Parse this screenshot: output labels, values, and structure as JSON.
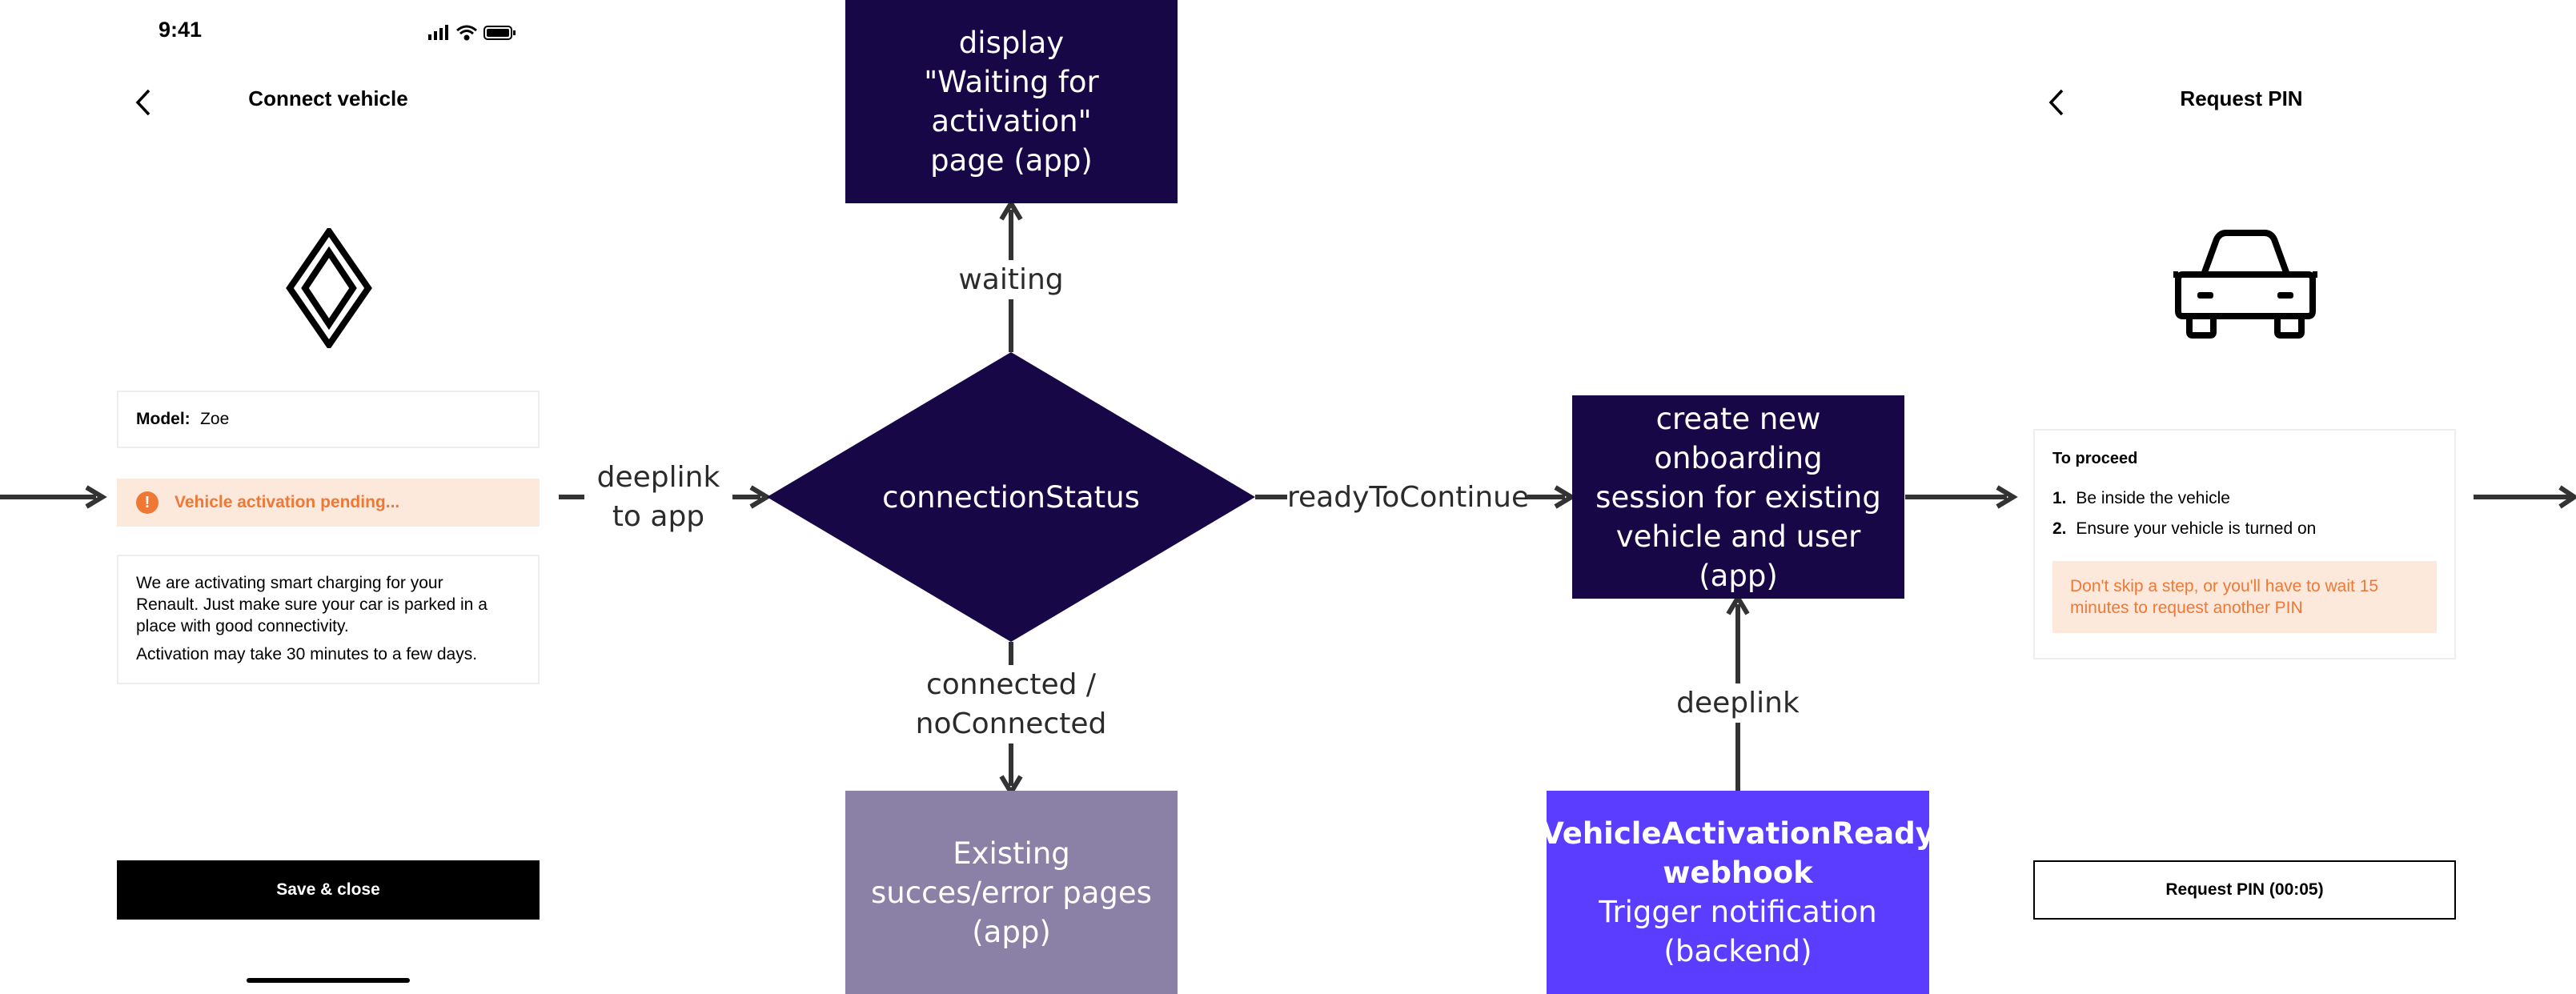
{
  "colors": {
    "node_dark": "#170747",
    "node_muted": "#8b80a5",
    "node_blue": "#5a3dff",
    "arrow": "#333333",
    "warning_bg": "#fde8dc",
    "warning_text": "#f07835",
    "button_primary": "#000000"
  },
  "left_screen": {
    "status_time": "9:41",
    "title": "Connect vehicle",
    "brand_logo": "renault-logo",
    "model_label": "Model:",
    "model_value": "Zoe",
    "pending_text": "Vehicle activation pending...",
    "info_lines": [
      "We are activating smart charging for your",
      "Renault. Just make sure your car is parked in a",
      "place with good connectivity."
    ],
    "info_note": "Activation may take 30 minutes to a few days.",
    "save_button": "Save & close"
  },
  "right_screen": {
    "title": "Request PIN",
    "vehicle_icon": "car-icon",
    "proceed_title": "To proceed",
    "steps": [
      {
        "num": "1.",
        "text": "Be inside the vehicle"
      },
      {
        "num": "2.",
        "text": "Ensure your vehicle is turned on"
      }
    ],
    "warning_lines": [
      "Don't skip a step, or you'll have to wait 15",
      "minutes to request another PIN"
    ],
    "request_button": "Request PIN (00:05)"
  },
  "flow": {
    "decision": "connectionStatus",
    "waiting_node": [
      "display",
      "\"Waiting for activation\"",
      "page (app)"
    ],
    "create_node": [
      "create new onboarding",
      "session for existing",
      "vehicle and user (app)"
    ],
    "existing_node": [
      "Existing",
      "succes/error pages",
      "(app)"
    ],
    "webhook_node": {
      "bold": [
        "VehicleActivationReady",
        "webhook"
      ],
      "normal": [
        "Trigger notification",
        "(backend)"
      ]
    },
    "edge_labels": {
      "deeplink_to_app": [
        "deeplink",
        "to app"
      ],
      "waiting": "waiting",
      "ready": "readyToContinue",
      "connected": [
        "connected /",
        "noConnected"
      ],
      "deeplink": "deeplink"
    }
  }
}
